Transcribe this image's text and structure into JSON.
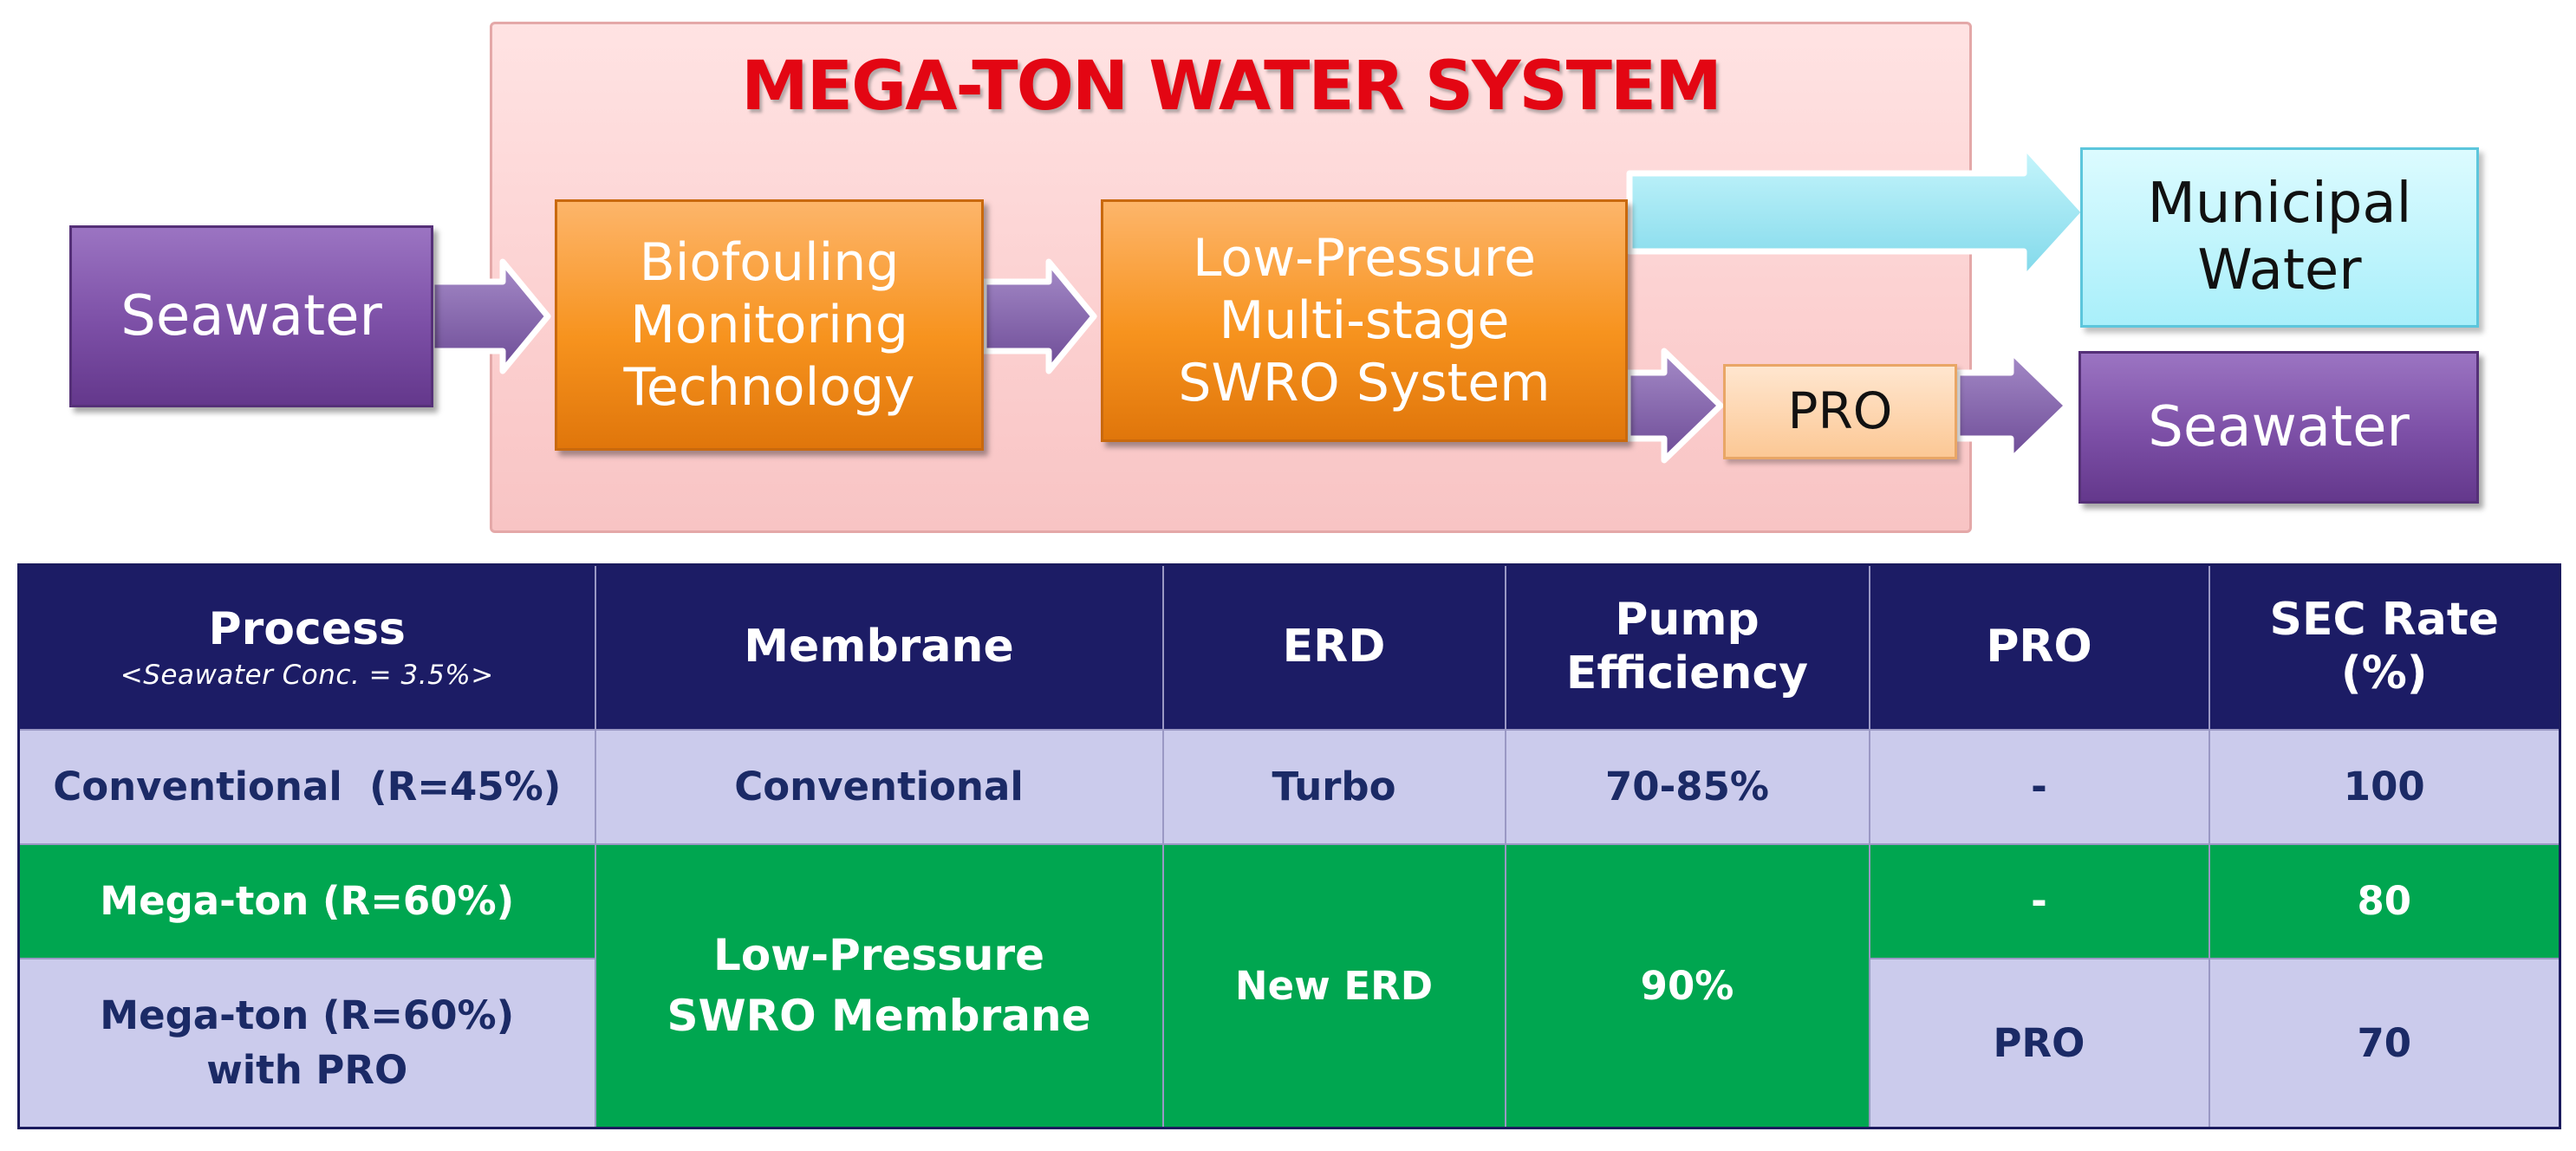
{
  "diagram": {
    "title": "MEGA-TON WATER SYSTEM",
    "nodes": {
      "seawater_in": "Seawater",
      "biofouling": "Biofouling\nMonitoring\nTechnology",
      "swro": "Low-Pressure\nMulti-stage\nSWRO System",
      "pro": "PRO",
      "municipal": "Municipal\nWater",
      "seawater_out": "Seawater"
    },
    "colors": {
      "title_red": "#e30613",
      "system_box": "#fcd1d1",
      "purple_node": "#7c4fa6",
      "orange_node": "#f7931e",
      "cyan_node": "#a9effa",
      "peach_node": "#fcc895",
      "arrow_purple": "#7e5fa5",
      "arrow_cyan": "#8fe3f2"
    }
  },
  "table": {
    "headers": {
      "process": "Process",
      "process_note": "<Seawater Conc. = 3.5%>",
      "membrane": "Membrane",
      "erd": "ERD",
      "pump": "Pump\nEfficiency",
      "pro": "PRO",
      "sec": "SEC Rate\n(%)"
    },
    "rows": {
      "conventional": {
        "process": "Conventional  (R=45%)",
        "membrane": "Conventional",
        "erd": "Turbo",
        "pump": "70-85%",
        "pro": "-",
        "sec": "100"
      },
      "megaton": {
        "process": "Mega-ton (R=60%)",
        "pro": "-",
        "sec": "80"
      },
      "megaton_pro": {
        "process": "Mega-ton (R=60%)\nwith PRO",
        "pro": "PRO",
        "sec": "70"
      },
      "shared": {
        "membrane": "Low-Pressure\nSWRO Membrane",
        "erd": "New ERD",
        "pump": "90%"
      }
    },
    "colors": {
      "header_bg": "#1c1c65",
      "lavender": "#cbcbec",
      "green": "#00a650",
      "navy_text": "#1b2a66"
    }
  }
}
